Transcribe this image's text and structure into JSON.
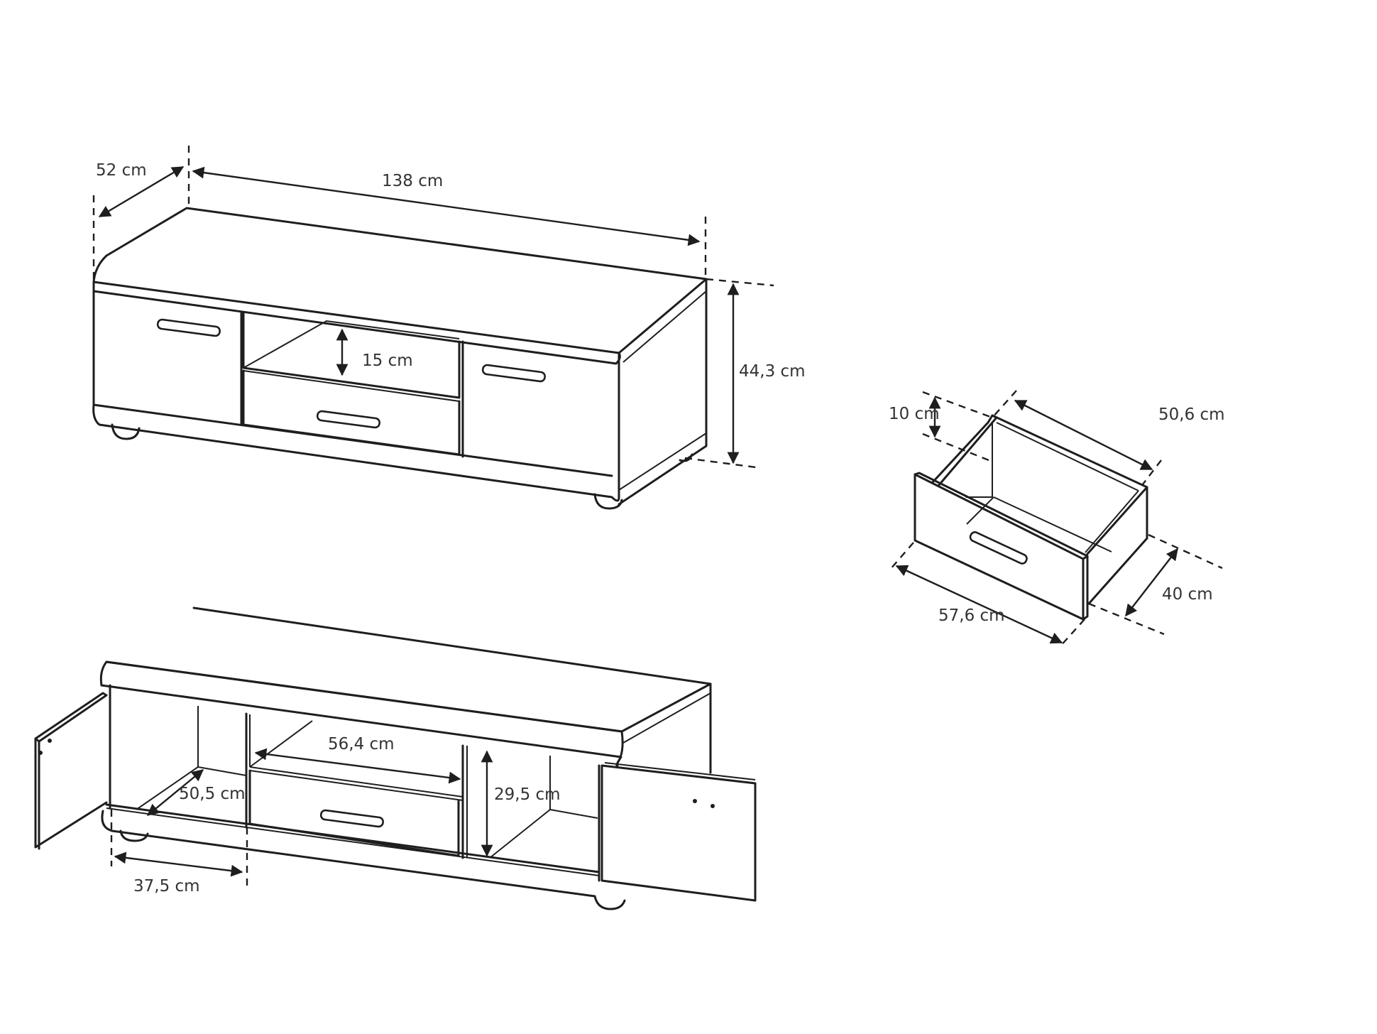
{
  "diagram": {
    "type": "furniture-dimension-drawing",
    "subject": "TV cabinet with two doors, open shelf and drawer",
    "views": [
      {
        "id": "closed-cabinet",
        "dimensions": {
          "depth": "52 cm",
          "width": "138 cm",
          "height": "44,3 cm",
          "shelf_height": "15 cm"
        }
      },
      {
        "id": "drawer",
        "dimensions": {
          "height": "10 cm",
          "inner_depth": "50,6 cm",
          "front_width": "57,6 cm",
          "depth": "40 cm"
        }
      },
      {
        "id": "open-cabinet",
        "dimensions": {
          "shelf_width": "56,4 cm",
          "compartment_depth": "50,5 cm",
          "compartment_height": "29,5 cm",
          "compartment_width": "37,5 cm"
        }
      }
    ]
  }
}
